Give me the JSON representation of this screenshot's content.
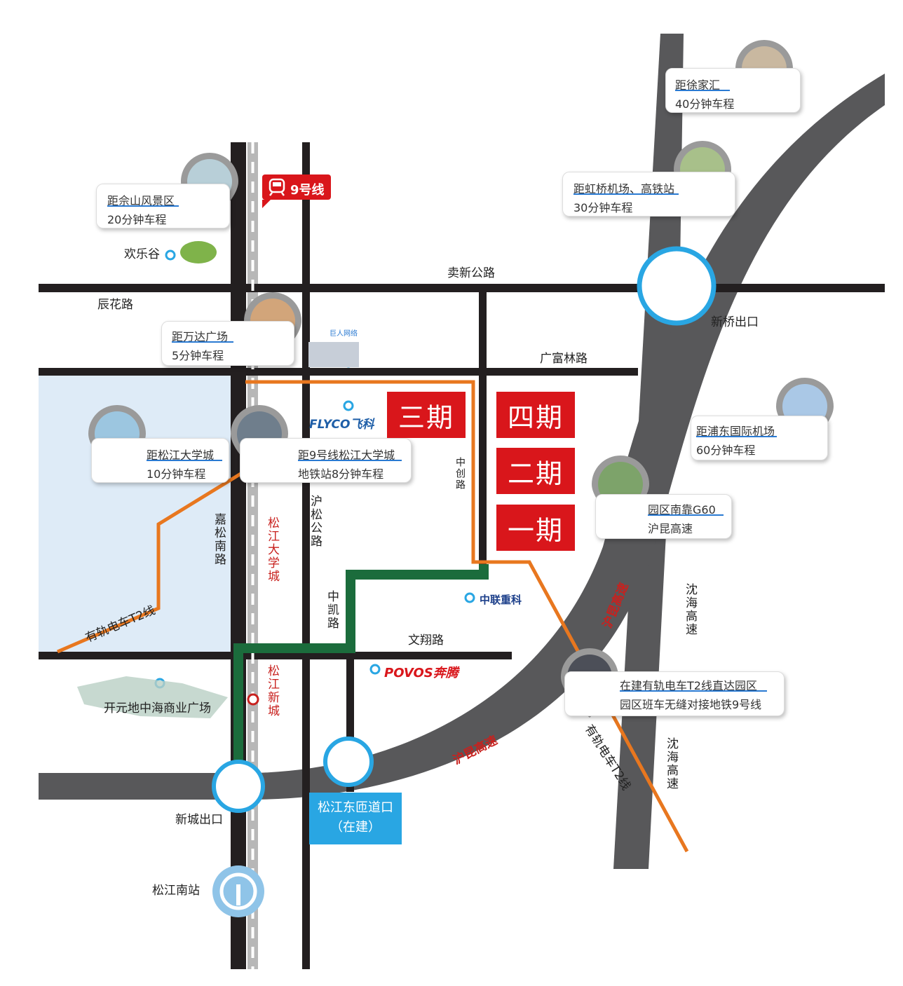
{
  "roads": {
    "maixin": "卖新公路",
    "chenhua": "辰花路",
    "guangfulin": "广富林路",
    "wenxiang": "文翔路",
    "jiasong": "嘉松南路",
    "husong": "沪松公路",
    "zhongkai": "中凯路",
    "zhongchuang": "中创路",
    "shenhai_upper": "沈海高速",
    "shenhai_lower": "沈海高速",
    "hukun_right": "沪昆高速",
    "hukun_lower": "沪昆高速",
    "tram_left": "有轨电车T2线",
    "tram_right": "有轨电车T2线"
  },
  "places": {
    "songjiang_univ_city": "松江大学城",
    "songjiang_new_city": "松江新城",
    "happy_valley": "欢乐谷",
    "kaiyuan_mall": "开元地中海商业广场",
    "giant_network": "巨人网络",
    "xinqiao_exit": "新桥出口",
    "xincheng_exit": "新城出口",
    "songjiang_south": "松江南站"
  },
  "exit_box": {
    "line1": "松江东匝道口",
    "line2": "（在建）"
  },
  "metro_tag": "9号线",
  "phases": {
    "p3": "三期",
    "p4": "四期",
    "p2": "二期",
    "p1": "一期"
  },
  "brands": {
    "flyco": "FLYCO飞科",
    "povos": "POVOS奔腾",
    "zoomlion": "中联重科"
  },
  "cards": {
    "xujiahui": {
      "line1": "距徐家汇",
      "line2": "40分钟车程"
    },
    "hongqiao": {
      "line1": "距虹桥机场、高铁站",
      "line2": "30分钟车程"
    },
    "sheshan": {
      "line1": "距佘山风景区",
      "line2": "20分钟车程"
    },
    "wanda": {
      "line1": "距万达广场",
      "line2": "5分钟车程"
    },
    "univ": {
      "line1": "距松江大学城",
      "line2": "10分钟车程"
    },
    "metro9": {
      "line1": "距9号线松江大学城",
      "line2": "地铁站8分钟车程"
    },
    "pudong": {
      "line1": "距浦东国际机场",
      "line2": "60分钟车程"
    },
    "g60": {
      "line1": "园区南靠G60",
      "line2": "沪昆高速"
    },
    "tram": {
      "line1": "在建有轨电车T2线直达园区",
      "line2": "园区班车无缝对接地铁9号线"
    }
  },
  "colors": {
    "road": "#231f20",
    "highway": "#58585a",
    "tram": "#e8771f",
    "park_boundary": "#1b6c3c",
    "phase_red": "#d9161b",
    "interchange": "#29a6e3",
    "campus_area": "#deebf7"
  }
}
